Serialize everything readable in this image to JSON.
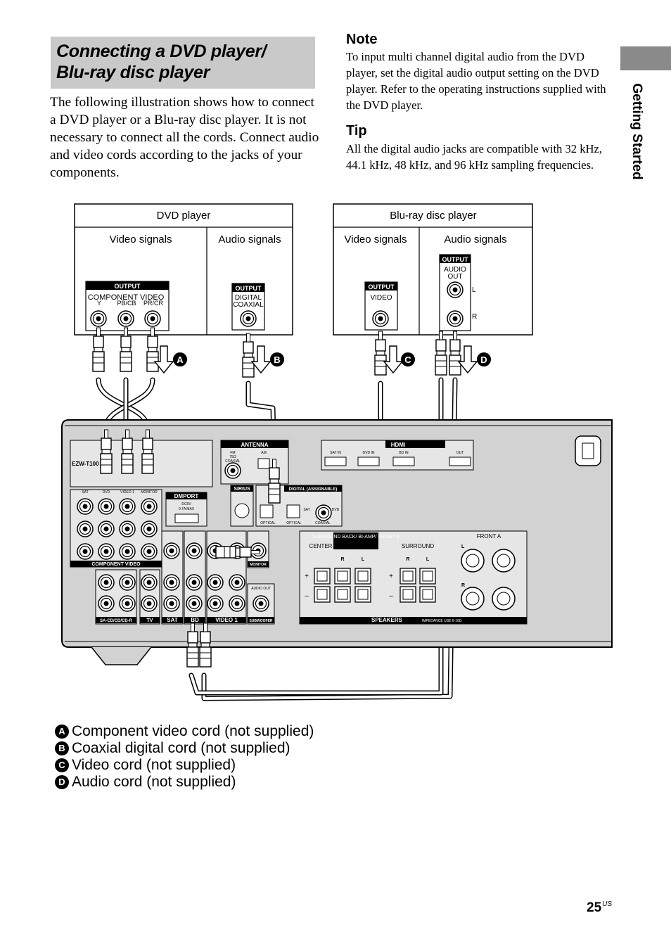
{
  "title": {
    "line1": "Connecting a DVD player/",
    "line2": "Blu-ray disc player"
  },
  "intro": "The following illustration shows how to connect a DVD player or a Blu-ray disc player. It is not necessary to connect all the cords. Connect audio and video cords according to the jacks of your components.",
  "note": {
    "heading": "Note",
    "text": "To input multi channel digital audio from the DVD player, set the digital audio output setting on the DVD player. Refer to the operating instructions supplied with the DVD player."
  },
  "tip": {
    "heading": "Tip",
    "text": "All the digital audio jacks are compatible with 32 kHz, 44.1 kHz, 48 kHz, and 96 kHz sampling frequencies."
  },
  "side_tab": "Getting Started",
  "diagram": {
    "dvd": {
      "title": "DVD player",
      "video_col": "Video signals",
      "audio_col": "Audio signals",
      "output": "OUTPUT",
      "component_label": "COMPONENT VIDEO",
      "y": "Y",
      "pb": "PB/CB",
      "pr": "PR/CR",
      "digital": "DIGITAL",
      "coaxial": "COAXIAL"
    },
    "bluray": {
      "title": "Blu-ray disc player",
      "video_col": "Video signals",
      "audio_col": "Audio signals",
      "output": "OUTPUT",
      "video": "VIDEO",
      "audio": "AUDIO",
      "out": "OUT",
      "l": "L",
      "r": "R"
    },
    "callouts": {
      "a": "A",
      "b": "B",
      "c": "C",
      "d": "D"
    },
    "receiver": {
      "ezw": "EZW-T100",
      "antenna": "ANTENNA",
      "fm": "FM",
      "fm75": "75Ω",
      "fm_coax": "COAXIAL",
      "am": "AM",
      "hdmi": "HDMI",
      "sat_in": "SAT IN",
      "dvd_in": "DVD IN",
      "bd_in": "BD IN",
      "hdmi_out": "OUT",
      "sirius": "SIRIUS",
      "digital_assign": "DIGITAL (ASSIGNABLE)",
      "optical1": "OPTICAL",
      "optical2": "OPTICAL",
      "coaxial": "COAXIAL",
      "sat": "SAT",
      "in": "IN",
      "dvd": "DVD",
      "dmport": "DMPORT",
      "dcv": "DC5V",
      "ma": "0.7A MAX",
      "comp_video": "COMPONENT VIDEO",
      "sat_in_c": "SAT",
      "dvd_in_c": "DVD",
      "video1_in_c": "VIDEO 1",
      "monitor_out_c": "MONITOR",
      "monitor": "MONITOR",
      "subwoofer": "SUBWOOFER",
      "audio_out": "AUDIO OUT",
      "sacd": "SA-CD/CD/CD-R",
      "tv": "TV",
      "sat_lbl": "SAT",
      "bd": "BD",
      "video1": "VIDEO 1",
      "center": "CENTER",
      "surround_back": "SURROUND BACK/ BI-AMP/ FRONT B",
      "surround": "SURROUND",
      "front_a": "FRONT A",
      "speakers": "SPEAKERS",
      "impedance": "IMPEDANCE USE 6-16Ω",
      "r": "R",
      "l": "L",
      "plus": "+",
      "minus": "–"
    }
  },
  "legend": [
    {
      "badge": "A",
      "text": "Component video cord (not supplied)"
    },
    {
      "badge": "B",
      "text": "Coaxial digital cord (not supplied)"
    },
    {
      "badge": "C",
      "text": "Video cord (not supplied)"
    },
    {
      "badge": "D",
      "text": "Audio cord (not supplied)"
    }
  ],
  "page_number": {
    "num": "25",
    "sup": "US"
  }
}
